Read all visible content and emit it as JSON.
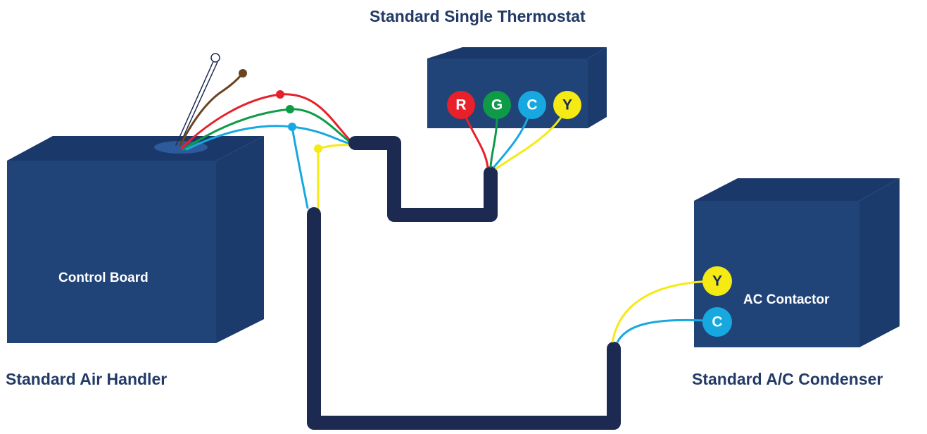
{
  "colors": {
    "box_front": "#214478",
    "box_top": "#1a386a",
    "box_side": "#1b3b6d",
    "cable": "#1c2a52",
    "title_text": "#223a66",
    "wire_red": "#e8202a",
    "wire_green": "#0d9b48",
    "wire_blue": "#18a8e0",
    "wire_yellow": "#f5ea14",
    "wire_brown": "#6b4421",
    "wire_white": "#ffffff"
  },
  "labels": {
    "thermostat_title": "Standard Single Thermostat",
    "air_handler_title": "Standard Air Handler",
    "condenser_title": "Standard A/C Condenser",
    "control_board": "Control Board",
    "ac_contactor": "AC Contactor"
  },
  "thermostat_terminals": [
    {
      "letter": "R",
      "color": "#e8202a",
      "text_color": "#ffffff"
    },
    {
      "letter": "G",
      "color": "#0d9b48",
      "text_color": "#ffffff"
    },
    {
      "letter": "C",
      "color": "#18a8e0",
      "text_color": "#ffffff"
    },
    {
      "letter": "Y",
      "color": "#f5ea14",
      "text_color": "#1c2a52"
    }
  ],
  "condenser_terminals": [
    {
      "letter": "Y",
      "color": "#f5ea14",
      "text_color": "#1c2a52"
    },
    {
      "letter": "C",
      "color": "#18a8e0",
      "text_color": "#ffffff"
    }
  ]
}
